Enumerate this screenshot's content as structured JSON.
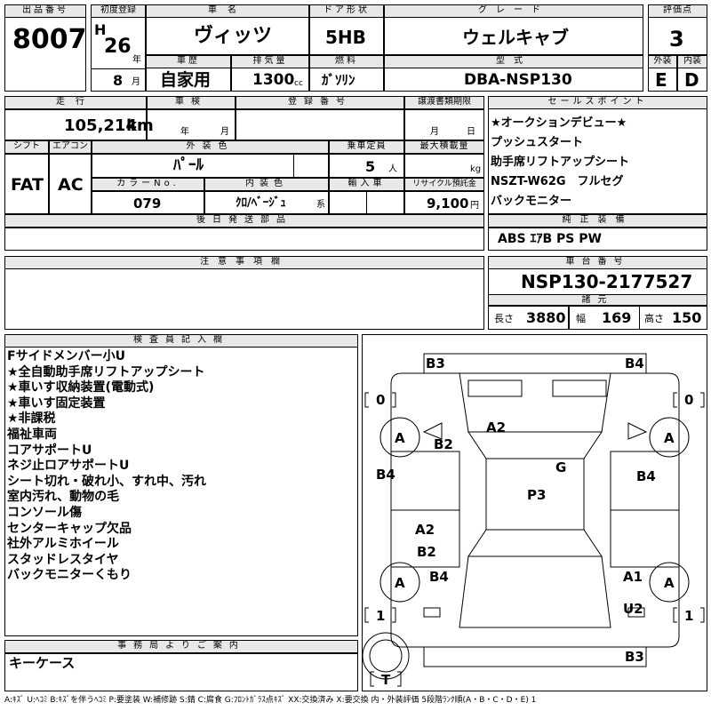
{
  "header": {
    "lot_label": "出品番号",
    "lot": "8007",
    "reg_label": "初度登録",
    "era": "H",
    "year": "26",
    "year_unit": "年",
    "month": "8",
    "month_unit": "月",
    "name_label": "車名",
    "name": "ヴィッツ",
    "door_label": "ドア形状",
    "door": "5HB",
    "grade_label": "グレード",
    "grade": "ウェルキャブ",
    "score_label": "評価点",
    "score": "3",
    "history_label": "車歴",
    "history": "自家用",
    "disp_label": "排気量",
    "disp": "1300",
    "disp_unit": "cc",
    "fuel_label": "燃料",
    "fuel": "ｶﾞｿﾘﾝ",
    "model_label": "型式",
    "model": "DBA-NSP130",
    "ext_label": "外装",
    "ext": "E",
    "int_label": "内装",
    "int": "D"
  },
  "spec": {
    "mileage_label": "走行",
    "mileage": "105,214",
    "mileage_unit": "km",
    "inspection_label": "車検",
    "insp_year_unit": "年",
    "insp_month_unit": "月",
    "regno_label": "登録番号",
    "transfer_label": "譲渡書類期限",
    "transfer_month_unit": "月",
    "transfer_day_unit": "日",
    "shift_label": "シフト",
    "shift": "FAT",
    "ac_label": "エアコン",
    "ac": "AC",
    "color_label": "外装色",
    "color": "ﾊﾟｰﾙ",
    "capacity_label": "乗車定員",
    "capacity": "5",
    "capacity_unit": "人",
    "load_label": "最大積載量",
    "load_unit": "kg",
    "colorno_label": "カラーNo.",
    "colorno": "079",
    "interior_label": "内装色",
    "interior": "ｸﾛ/ﾍﾞｰｼﾞｭ",
    "interior_unit": "系",
    "import_label": "輸入車",
    "recycle_label": "リサイクル預託金",
    "recycle": "9,100",
    "recycle_unit": "円",
    "later_label": "後日発送部品"
  },
  "sales": {
    "title": "セールスポイント",
    "lines": [
      "★オークションデビュー★",
      "プッシュスタート",
      "助手席リフトアップシート",
      "NSZT-W62G　フルセグ",
      "バックモニター"
    ]
  },
  "equipment": {
    "title": "純正装備",
    "value": "ABS ｴｱB PS PW"
  },
  "notes": {
    "title": "注意事項欄"
  },
  "chassis": {
    "title": "車台番号",
    "value": "NSP130-2177527"
  },
  "dims": {
    "title": "諸元",
    "length_label": "長さ",
    "length": "3880",
    "width_label": "幅",
    "width": "169",
    "height_label": "高さ",
    "height": "150"
  },
  "inspector": {
    "title": "検査員記入欄",
    "lines": [
      "Fサイドメンバー小U",
      "★全自動助手席リフトアップシート",
      "★車いす収納装置(電動式)",
      "★車いす固定装置",
      "★非課税",
      "福祉車両",
      "コアサポートU",
      "ネジ止ロアサポートU",
      "シート切れ・破れ小、すれ中、汚れ",
      "室内汚れ、動物の毛",
      "コンソール傷",
      "センターキャップ欠品",
      "社外アルミホイール",
      "スタッドレスタイヤ",
      "バックモニターくもり"
    ]
  },
  "office": {
    "title": "事務局よりご案内",
    "value": "キーケース"
  },
  "diagram": {
    "marks": {
      "front_left": "B3",
      "front_right": "B4",
      "tread_fl_label": "0",
      "tread_fr_label": "0",
      "tread_rl_label": "1",
      "tread_rr_label": "1",
      "spare_label": "T",
      "wheel": "A",
      "hood": "A2",
      "left_fender": "B2",
      "left_front_door": "B4",
      "right_front_door": "B4",
      "roof": "P3",
      "windshield": "G",
      "left_rear_door_a": "A2",
      "left_rear_door_b": "B2",
      "left_rear_quarter": "B4",
      "right_rear_a": "A1",
      "right_rear_u": "U2",
      "rear_bumper": "B3"
    }
  },
  "legend": "A:ｷｽﾞ U:ﾍｺﾐ B:ｷｽﾞを伴うﾍｺﾐ P:要塗装 W:補修跡 S:錆 C:腐食 G:ﾌﾛﾝﾄｶﾞﾗｽ点ｷｽﾞ XX:交換済み X:要交換 内・外装評価 5段階ﾗﾝｸ順(A・B・C・D・E) 1"
}
